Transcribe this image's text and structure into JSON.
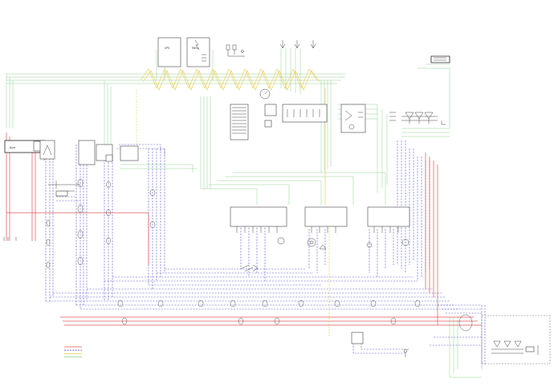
{
  "diagram": {
    "labels": {
      "ups_box": "UPS",
      "meter_box": "Метр",
      "shield_box": "Щит"
    },
    "legend": [
      {
        "color": "#e05555",
        "text": ""
      },
      {
        "color": "#5a5ad6",
        "text": ""
      },
      {
        "color": "#e9c84a",
        "text": ""
      },
      {
        "color": "#8fd18f",
        "text": ""
      }
    ],
    "colors": {
      "power": "#e05555",
      "signal": "#5a5ad6",
      "control": "#e9c84a",
      "data": "#8fd18f",
      "outline": "#444444"
    }
  }
}
